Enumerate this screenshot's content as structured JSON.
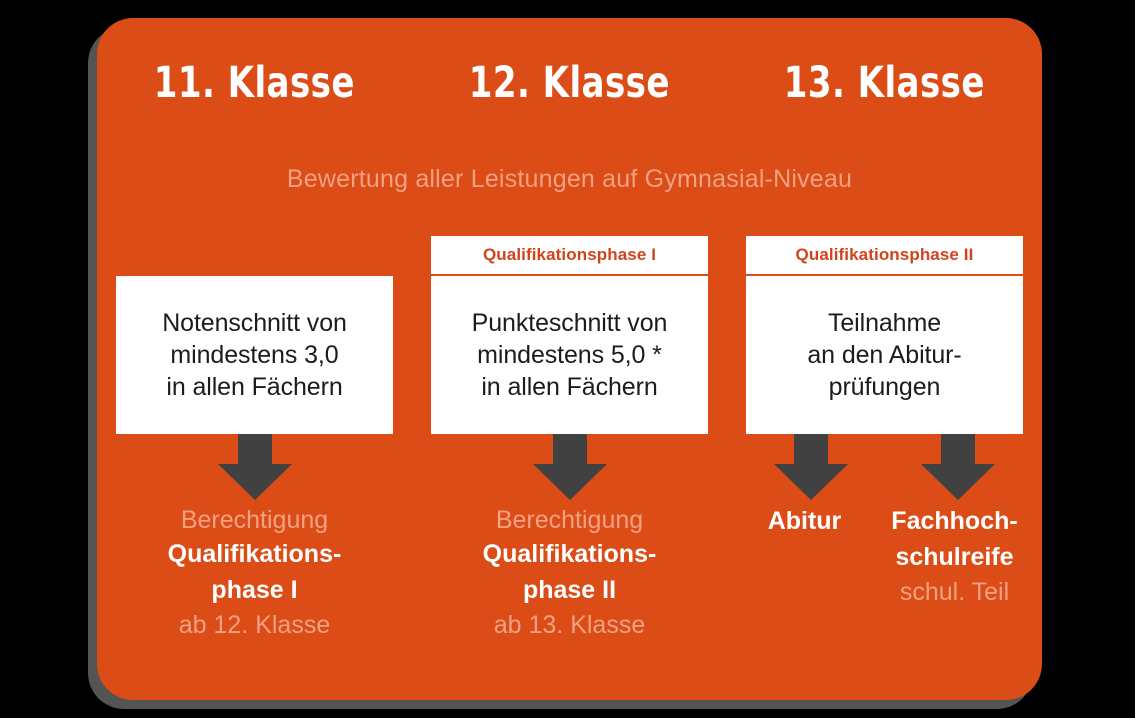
{
  "colors": {
    "card_bg": "#DB4C16",
    "page_bg": "#000000",
    "box_bg": "#FFFFFF",
    "accent_text": "#D1441B",
    "muted_text": "#F2A183",
    "arrow": "#414141",
    "body_text": "#1C1C1C"
  },
  "header": {
    "grades": [
      "11. Klasse",
      "12. Klasse",
      "13. Klasse"
    ],
    "subtitle": "Bewertung aller Leistungen auf Gymnasial-Niveau"
  },
  "columns": [
    {
      "phase_label": "",
      "criteria_lines": [
        "Notenschnitt von",
        "mindestens 3,0",
        "in allen Fächern"
      ],
      "arrows": 1,
      "outcome": {
        "pre": "Berechtigung",
        "main_lines": [
          "Qualifikations-",
          "phase I"
        ],
        "post": "ab 12. Klasse"
      }
    },
    {
      "phase_label": "Qualifikationsphase I",
      "criteria_lines": [
        "Punkteschnitt von",
        "mindestens 5,0 *",
        "in allen Fächern"
      ],
      "arrows": 1,
      "outcome": {
        "pre": "Berechtigung",
        "main_lines": [
          "Qualifikations-",
          "phase II"
        ],
        "post": "ab 13. Klasse"
      }
    },
    {
      "phase_label": "Qualifikationsphase II",
      "criteria_lines": [
        "Teilnahme",
        "an den Abitur-",
        "prüfungen"
      ],
      "arrows": 2,
      "outcome_left": {
        "main_lines": [
          "Abitur"
        ],
        "post": ""
      },
      "outcome_right": {
        "main_lines": [
          "Fachhoch-",
          "schulreife"
        ],
        "post": "schul. Teil"
      }
    }
  ]
}
